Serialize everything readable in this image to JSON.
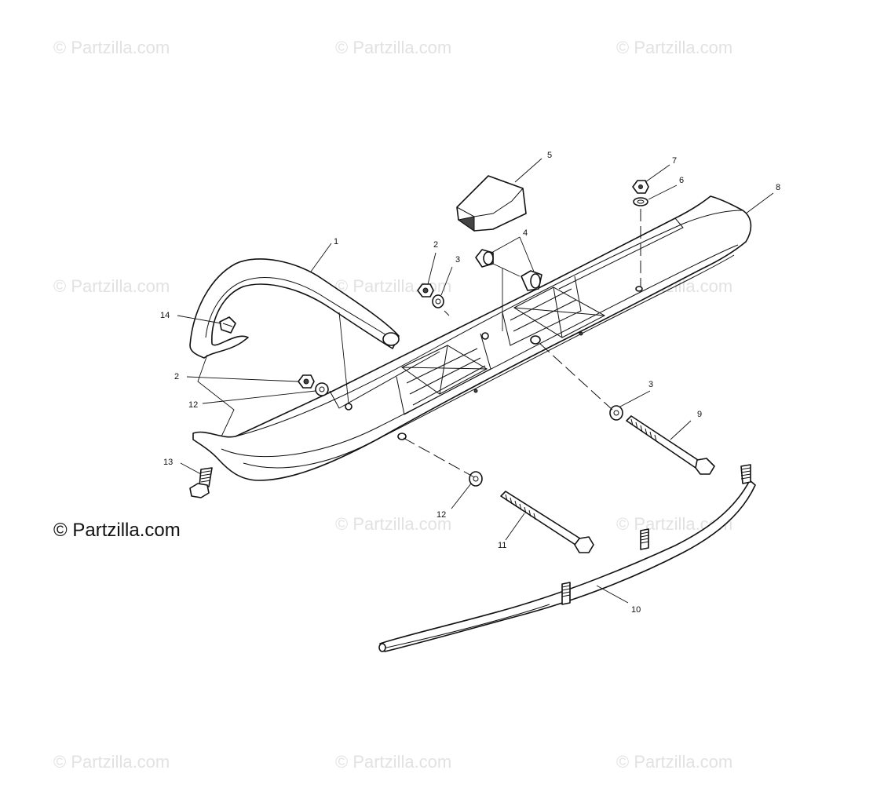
{
  "watermarks": [
    "© Partzilla.com",
    "© Partzilla.com",
    "© Partzilla.com",
    "© Partzilla.com",
    "© Partzilla.com",
    "© Partzilla.com",
    "© Partzilla.com",
    "© Partzilla.com",
    "© Partzilla.com",
    "© Partzilla.com",
    "© Partzilla.com"
  ],
  "brand_text": "© Partzilla.com",
  "callouts": {
    "c1": "1",
    "c2a": "2",
    "c2b": "2",
    "c3a": "3",
    "c3b": "3",
    "c4": "4",
    "c5": "5",
    "c6": "6",
    "c7": "7",
    "c8": "8",
    "c9": "9",
    "c10": "10",
    "c11": "11",
    "c12a": "12",
    "c12b": "12",
    "c13": "13",
    "c14": "14"
  },
  "colors": {
    "line": "#111111",
    "watermark": "#e2e2e2",
    "background": "#ffffff"
  }
}
